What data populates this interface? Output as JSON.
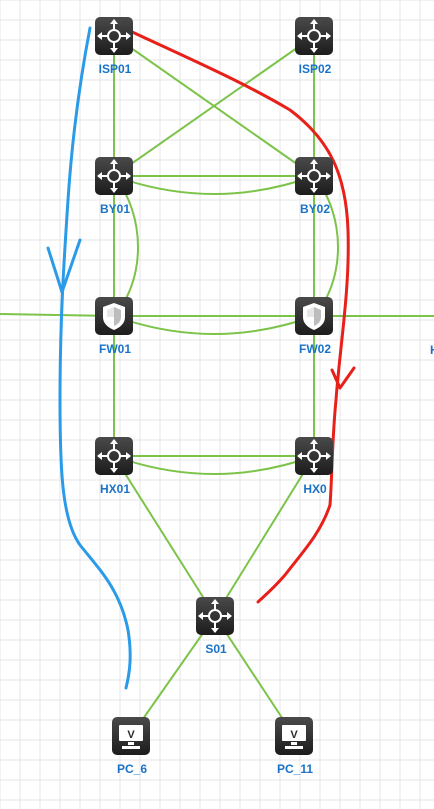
{
  "nodes": [
    {
      "id": "ISP01",
      "label": "ISP01",
      "icon": "router-icon"
    },
    {
      "id": "ISP02",
      "label": "ISP02",
      "icon": "router-icon"
    },
    {
      "id": "BY01",
      "label": "BY01",
      "icon": "router-icon"
    },
    {
      "id": "BY02",
      "label": "BY02",
      "icon": "router-icon"
    },
    {
      "id": "FW01",
      "label": "FW01",
      "icon": "firewall-icon"
    },
    {
      "id": "FW02",
      "label": "FW02",
      "icon": "firewall-icon"
    },
    {
      "id": "HX01",
      "label": "HX01",
      "icon": "router-icon"
    },
    {
      "id": "HX02",
      "label": "HX0",
      "icon": "router-icon"
    },
    {
      "id": "S01",
      "label": "S01",
      "icon": "router-icon"
    },
    {
      "id": "PC_6",
      "label": "PC_6",
      "icon": "pc-icon"
    },
    {
      "id": "PC_11",
      "label": "PC_11",
      "icon": "pc-icon"
    }
  ],
  "edge_label": "H",
  "colors": {
    "link": "#7cc34a",
    "label": "#1a73c8",
    "annotation_blue": "#2b9be8",
    "annotation_red": "#e8201a",
    "device": "#2a2a2a"
  }
}
